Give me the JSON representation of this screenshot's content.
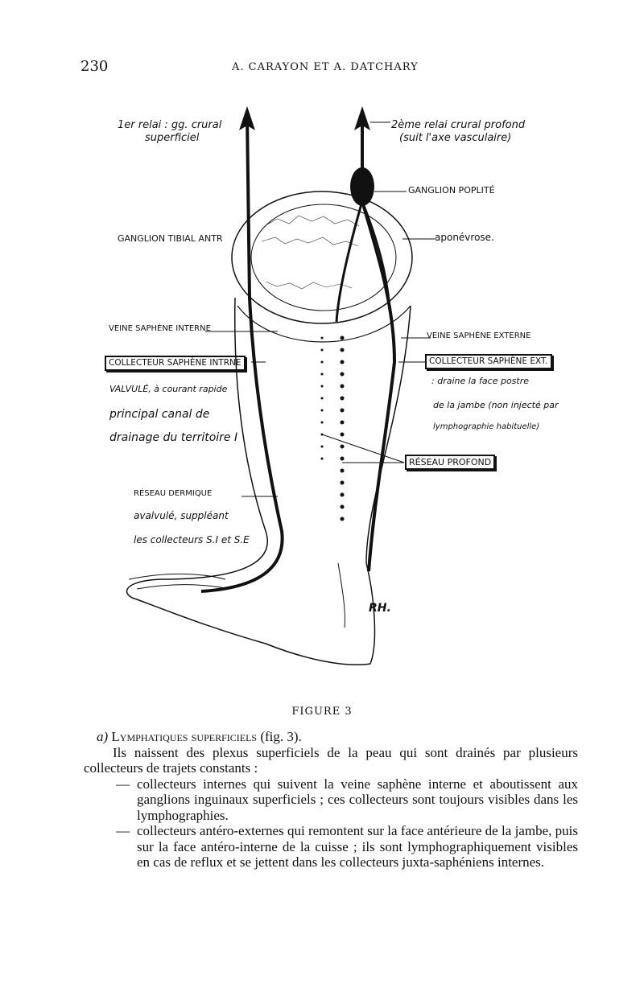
{
  "header": {
    "page_number": "230",
    "running_title": "A. CARAYON ET A. DATCHARY"
  },
  "figure": {
    "labels": {
      "relai1_line1": "1er relai : gg. crural",
      "relai1_line2": "superficiel",
      "relai2_line1": "2ème relai crural profond",
      "relai2_line2": "(suit l'axe vasculaire)",
      "ganglion_poplite": "GANGLION POPLITÉ",
      "ganglion_tibial": "GANGLION TIBIAL ANTR",
      "aponevrose": "aponévrose.",
      "veine_saphene_interne": "VEINE SAPHÈNE INTERNE",
      "veine_saphene_externe": "VEINE SAPHÈNE EXTERNE",
      "collecteur_int": "COLLECTEUR SAPHÈNE INTRNE",
      "collecteur_ext": "COLLECTEUR SAPHÈNE EXT.",
      "int_desc1": "VALVULÉ, à courant rapide",
      "int_desc2": "principal canal de",
      "int_desc3": "drainage du territoire I",
      "ext_desc1": ": draine la face postre",
      "ext_desc2": "de la jambe (non injecté par",
      "ext_desc3": "lymphographie habituelle)",
      "reseau_profond": "RÉSEAU PROFOND",
      "reseau_dermique": "RÉSEAU   DERMIQUE",
      "dermique_desc1": "avalvulé, suppléant",
      "dermique_desc2": "les collecteurs S.I et S.E",
      "signature": "RH."
    },
    "caption": "FIGURE 3"
  },
  "body": {
    "heading_prefix": "a)",
    "heading": "Lymphatiques superficiels",
    "heading_ref": "(fig. 3).",
    "intro": "Ils naissent des plexus superficiels de la peau qui sont drainés par plusieurs collecteurs de trajets constants :",
    "items": [
      {
        "dash": "—",
        "text": "collecteurs internes qui suivent la veine saphène interne et aboutissent aux ganglions inguinaux superficiels ; ces collecteurs sont toujours visibles dans les lymphographies."
      },
      {
        "dash": "—",
        "text": "collecteurs antéro-externes qui remontent sur la face antérieure de la jambe, puis sur la face antéro-interne de la cuisse ; ils sont lymphographiquement visibles en cas de reflux et se jettent dans les collecteurs juxta-saphéniens internes."
      }
    ]
  }
}
